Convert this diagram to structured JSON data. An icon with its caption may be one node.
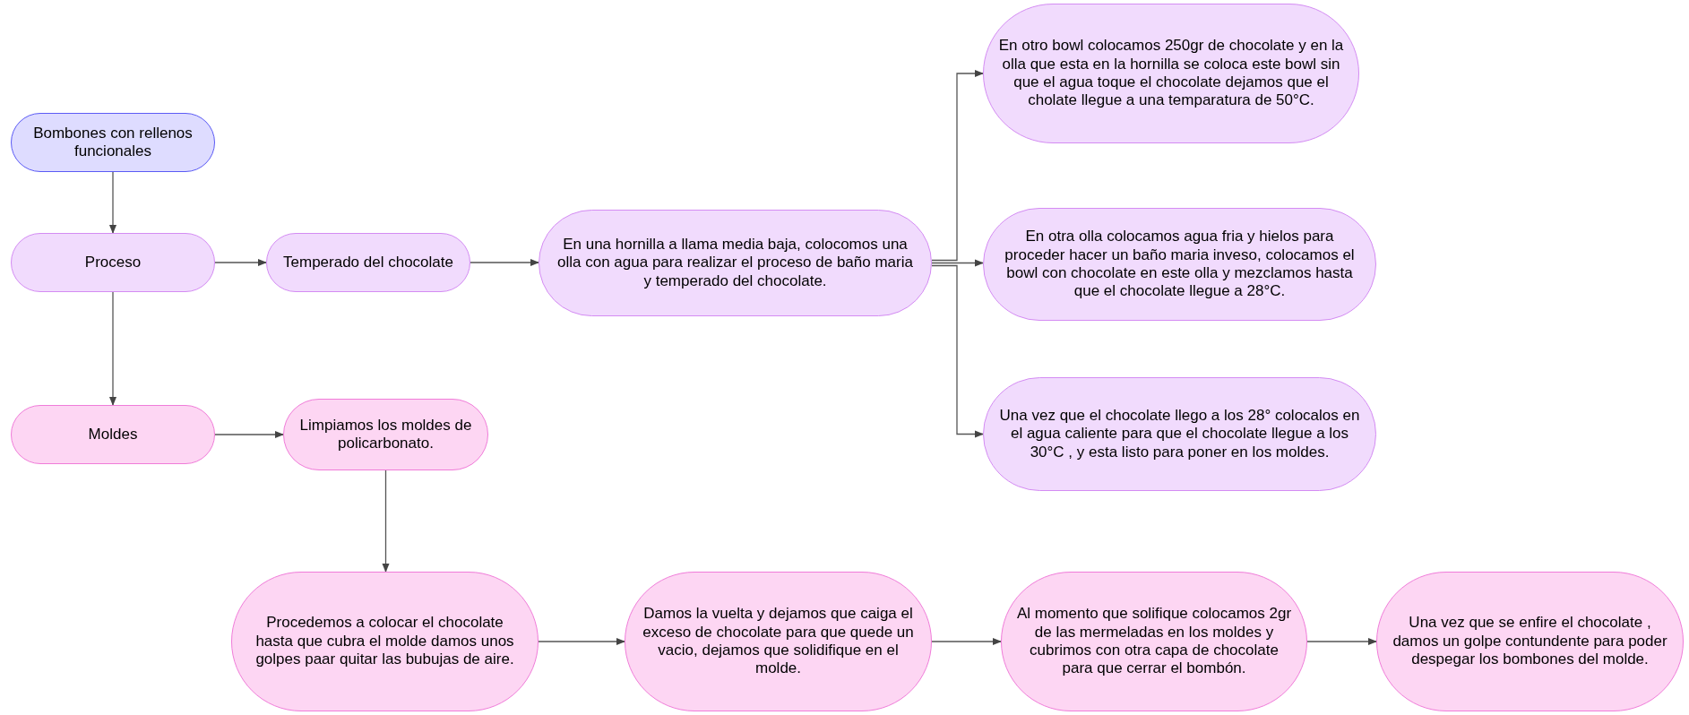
{
  "diagram": {
    "nodes": [
      {
        "text": [
          "Bombones con rellenos funcionales"
        ]
      },
      {
        "text": [
          "Proceso"
        ]
      },
      {
        "text": [
          "Temperado del chocolate"
        ]
      },
      {
        "text": [
          "En una hornilla a llama media baja, colocomos una olla con agua para realizar el proceso de baño maria y temperado del chocolate."
        ]
      },
      {
        "text": [
          "En otro bowl colocamos 250gr de chocolate y en la olla que esta en la hornilla se coloca este bowl sin que el agua toque el chocolate dejamos que el cholate llegue a una temparatura de 50°C."
        ]
      },
      {
        "text": [
          "En otra olla colocamos agua fria y hielos para proceder hacer un baño maria inveso, colocamos el bowl con chocolate en este olla y mezclamos hasta que el chocolate llegue a 28°C."
        ]
      },
      {
        "text": [
          "Una vez que el chocolate llego a los 28° colocalos en el agua caliente para que el chocolate llegue a los 30°C , y esta listo para poner en los moldes."
        ]
      },
      {
        "text": [
          "Moldes"
        ]
      },
      {
        "text": [
          "Limpiamos los moldes de policarbonato."
        ]
      },
      {
        "text": [
          "Procedemos a colocar el chocolate hasta que cubra el molde damos unos golpes paar quitar las bubujas de aire."
        ]
      },
      {
        "text": [
          "Damos la vuelta y dejamos que caiga el exceso de chocolate para que quede un vacio, dejamos que solidifique en el molde."
        ]
      },
      {
        "text": [
          "Al momento que solifique colocamos 2gr de las mermeladas en los moldes y cubrimos con otra capa de chocolate para que cerrar el bombón."
        ]
      },
      {
        "text": [
          "Una vez que se enfire el chocolate , damos un golpe contundente para poder despegar los bombones del molde."
        ]
      }
    ],
    "edges": [
      {
        "from": 0,
        "to": 1,
        "arrow": "to"
      },
      {
        "from": 1,
        "to": 2,
        "arrow": "to"
      },
      {
        "from": 2,
        "to": 3,
        "arrow": "to"
      },
      {
        "from": 3,
        "to": 4,
        "arrow": "to"
      },
      {
        "from": 3,
        "to": 5,
        "arrow": "to"
      },
      {
        "from": 3,
        "to": 6,
        "arrow": "to"
      },
      {
        "from": 1,
        "to": 7,
        "arrow": "to"
      },
      {
        "from": 7,
        "to": 8,
        "arrow": "to"
      },
      {
        "from": 8,
        "to": 9,
        "arrow": "to"
      },
      {
        "from": 9,
        "to": 10,
        "arrow": "to"
      },
      {
        "from": 10,
        "to": 11,
        "arrow": "to"
      },
      {
        "from": 11,
        "to": 12,
        "arrow": "to"
      }
    ]
  }
}
